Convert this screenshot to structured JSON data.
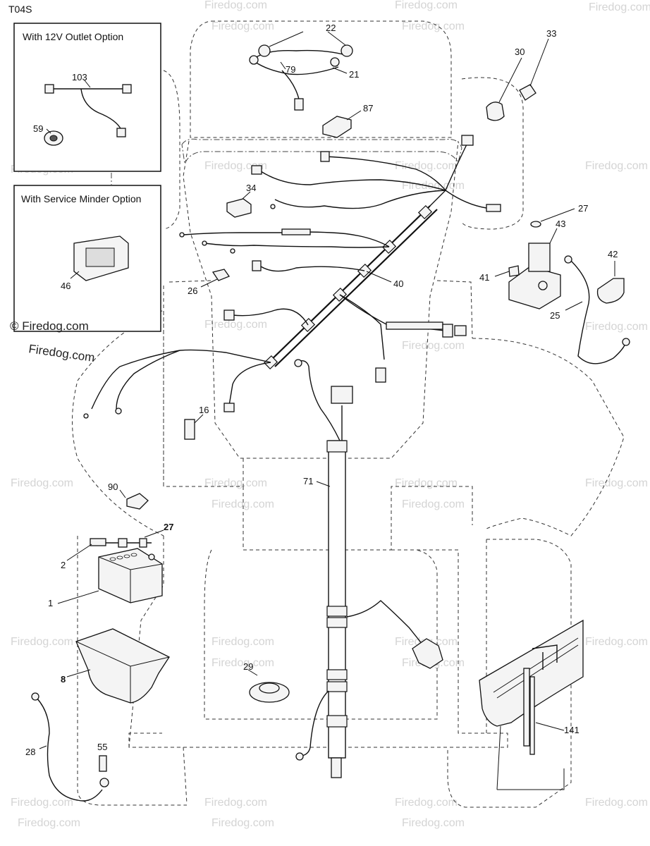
{
  "page_code": "T04S",
  "insets": {
    "outlet_title": "With 12V Outlet Option",
    "minder_title": "With Service Minder Option"
  },
  "watermark": {
    "text": "Firedog.com",
    "copyright_text": "© Firedog.com"
  },
  "callouts": {
    "p1": "1",
    "p2": "2",
    "p8": "8",
    "p16": "16",
    "p21": "21",
    "p22": "22",
    "p25": "25",
    "p26": "26",
    "p27a": "27",
    "p27b": "27",
    "p28": "28",
    "p29": "29",
    "p30": "30",
    "p33": "33",
    "p34": "34",
    "p40": "40",
    "p41": "41",
    "p42": "42",
    "p43": "43",
    "p46": "46",
    "p55": "55",
    "p59": "59",
    "p71": "71",
    "p79": "79",
    "p87": "87",
    "p90": "90",
    "p103": "103",
    "p141": "141"
  }
}
